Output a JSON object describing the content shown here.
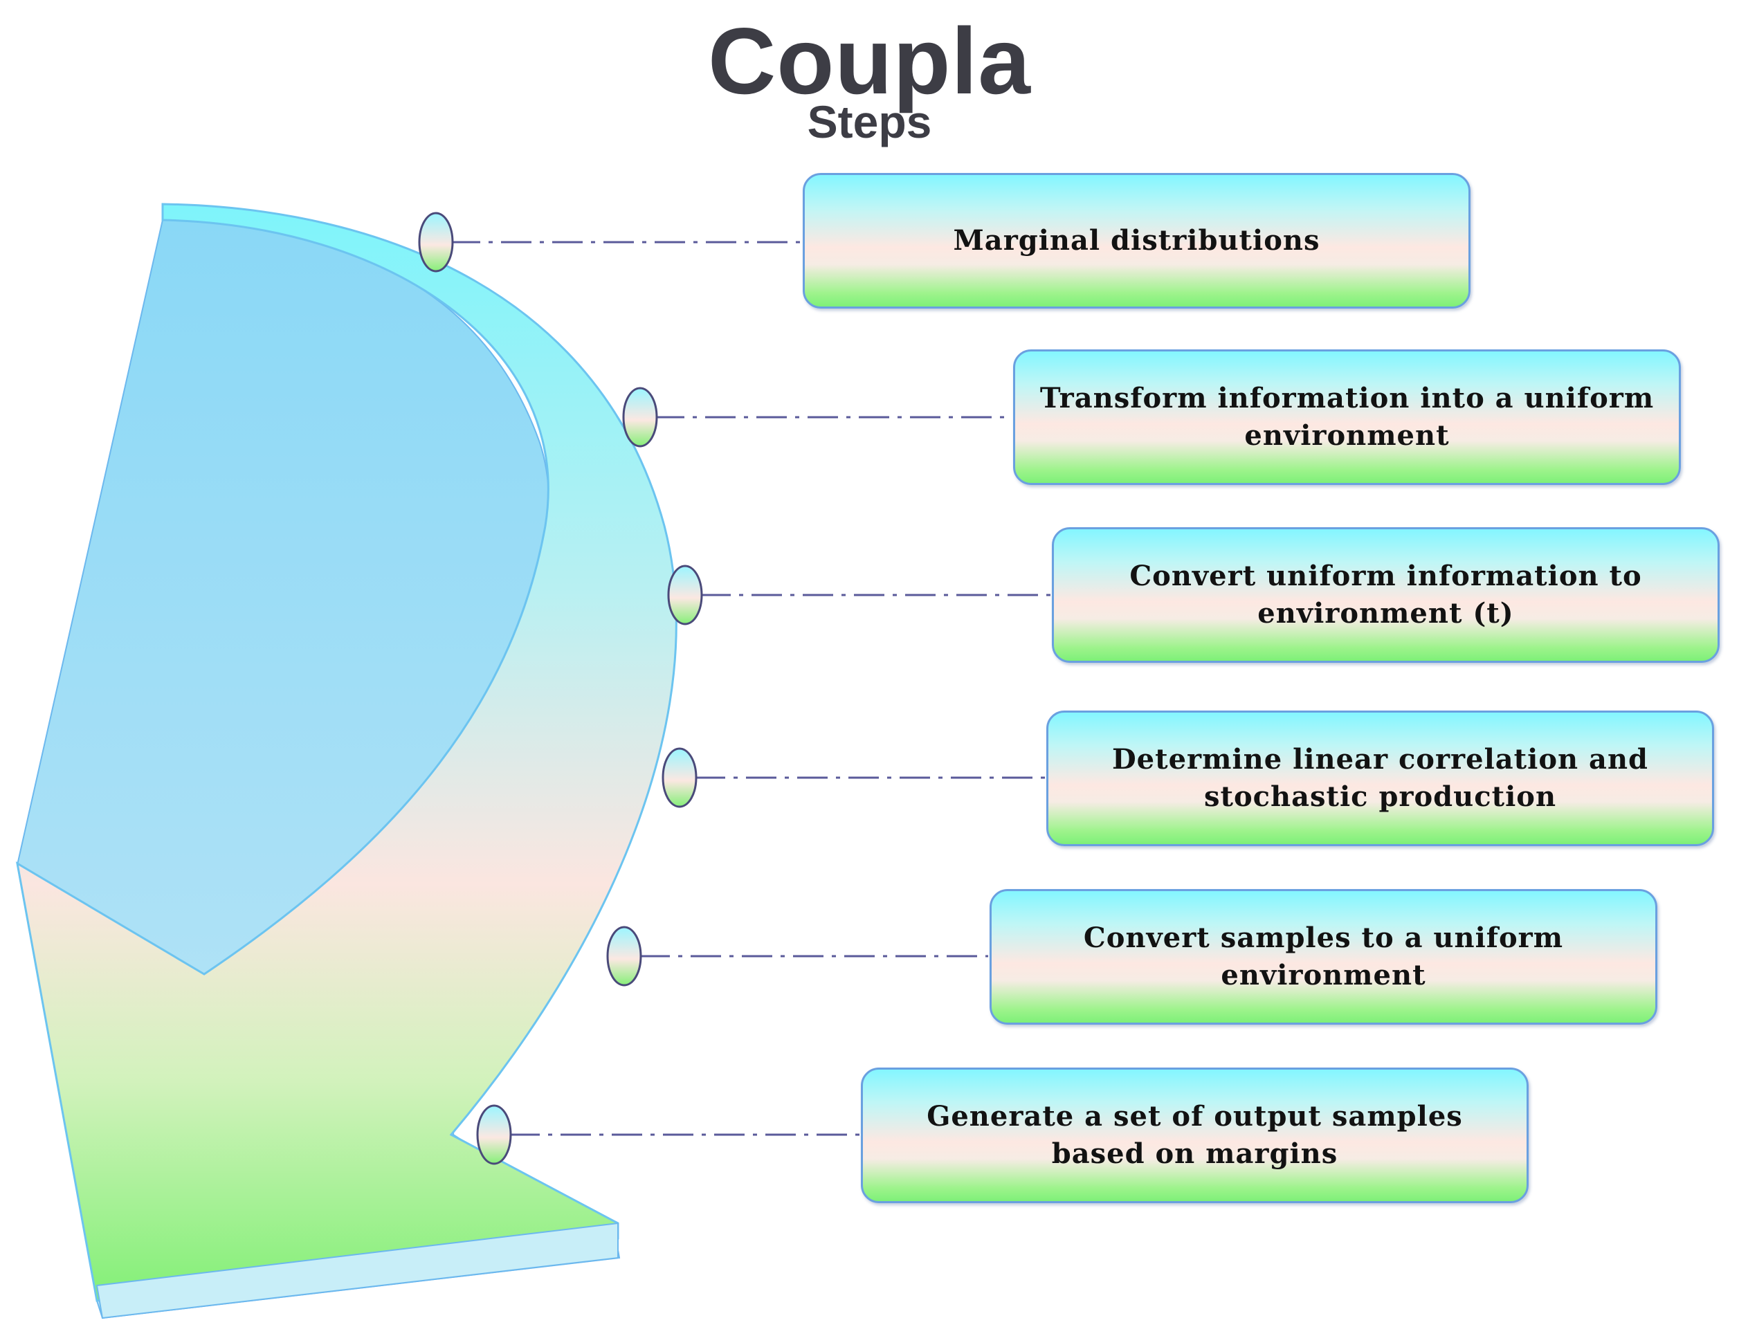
{
  "title": "Coupla",
  "subtitle": "Steps",
  "steps": [
    {
      "label": "Marginal distributions"
    },
    {
      "label": "Transform information into a uniform environment"
    },
    {
      "label": "Convert uniform information to environment (t)"
    },
    {
      "label": "Determine linear correlation and stochastic production"
    },
    {
      "label": "Convert samples to a uniform environment"
    },
    {
      "label": "Generate a set of output samples based on margins"
    }
  ],
  "colors": {
    "box_top": "#84f6ff",
    "box_middle": "#fde8e2",
    "box_bottom": "#7ef078",
    "box_border": "#6aa0e0",
    "connector": "#5a5a9a",
    "title": "#3d3d45"
  }
}
